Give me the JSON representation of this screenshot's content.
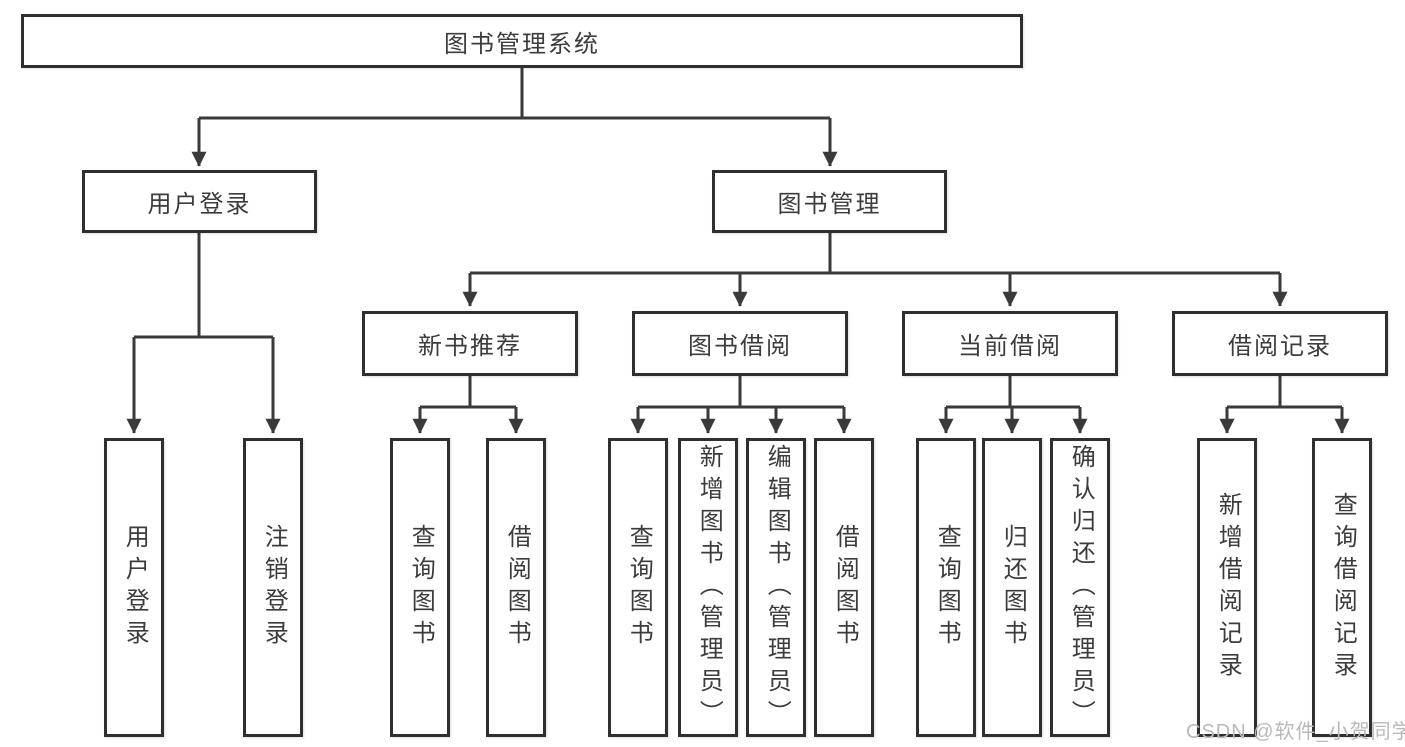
{
  "tree": {
    "label": "图书管理系统",
    "children": [
      {
        "label": "用户登录",
        "children": [
          {
            "label": "用户登录"
          },
          {
            "label": "注销登录"
          }
        ]
      },
      {
        "label": "图书管理",
        "children": [
          {
            "label": "新书推荐",
            "children": [
              {
                "label": "查询图书"
              },
              {
                "label": "借阅图书"
              }
            ]
          },
          {
            "label": "图书借阅",
            "children": [
              {
                "label": "查询图书"
              },
              {
                "label": "新增图书（管理员）"
              },
              {
                "label": "编辑图书（管理员）"
              },
              {
                "label": "借阅图书"
              }
            ]
          },
          {
            "label": "当前借阅",
            "children": [
              {
                "label": "查询图书"
              },
              {
                "label": "归还图书"
              },
              {
                "label": "确认归还（管理员）"
              }
            ]
          },
          {
            "label": "借阅记录",
            "children": [
              {
                "label": "新增借阅记录"
              },
              {
                "label": "查询借阅记录"
              }
            ]
          }
        ]
      }
    ]
  },
  "watermark": {
    "text": "CSDN @软件_小贺同学"
  },
  "colors": {
    "line": "#3a3a3a",
    "box_border": "#2f2f2f",
    "text": "#3c3c3c",
    "watermark": "#b9b9b9",
    "background": "#ffffff"
  }
}
